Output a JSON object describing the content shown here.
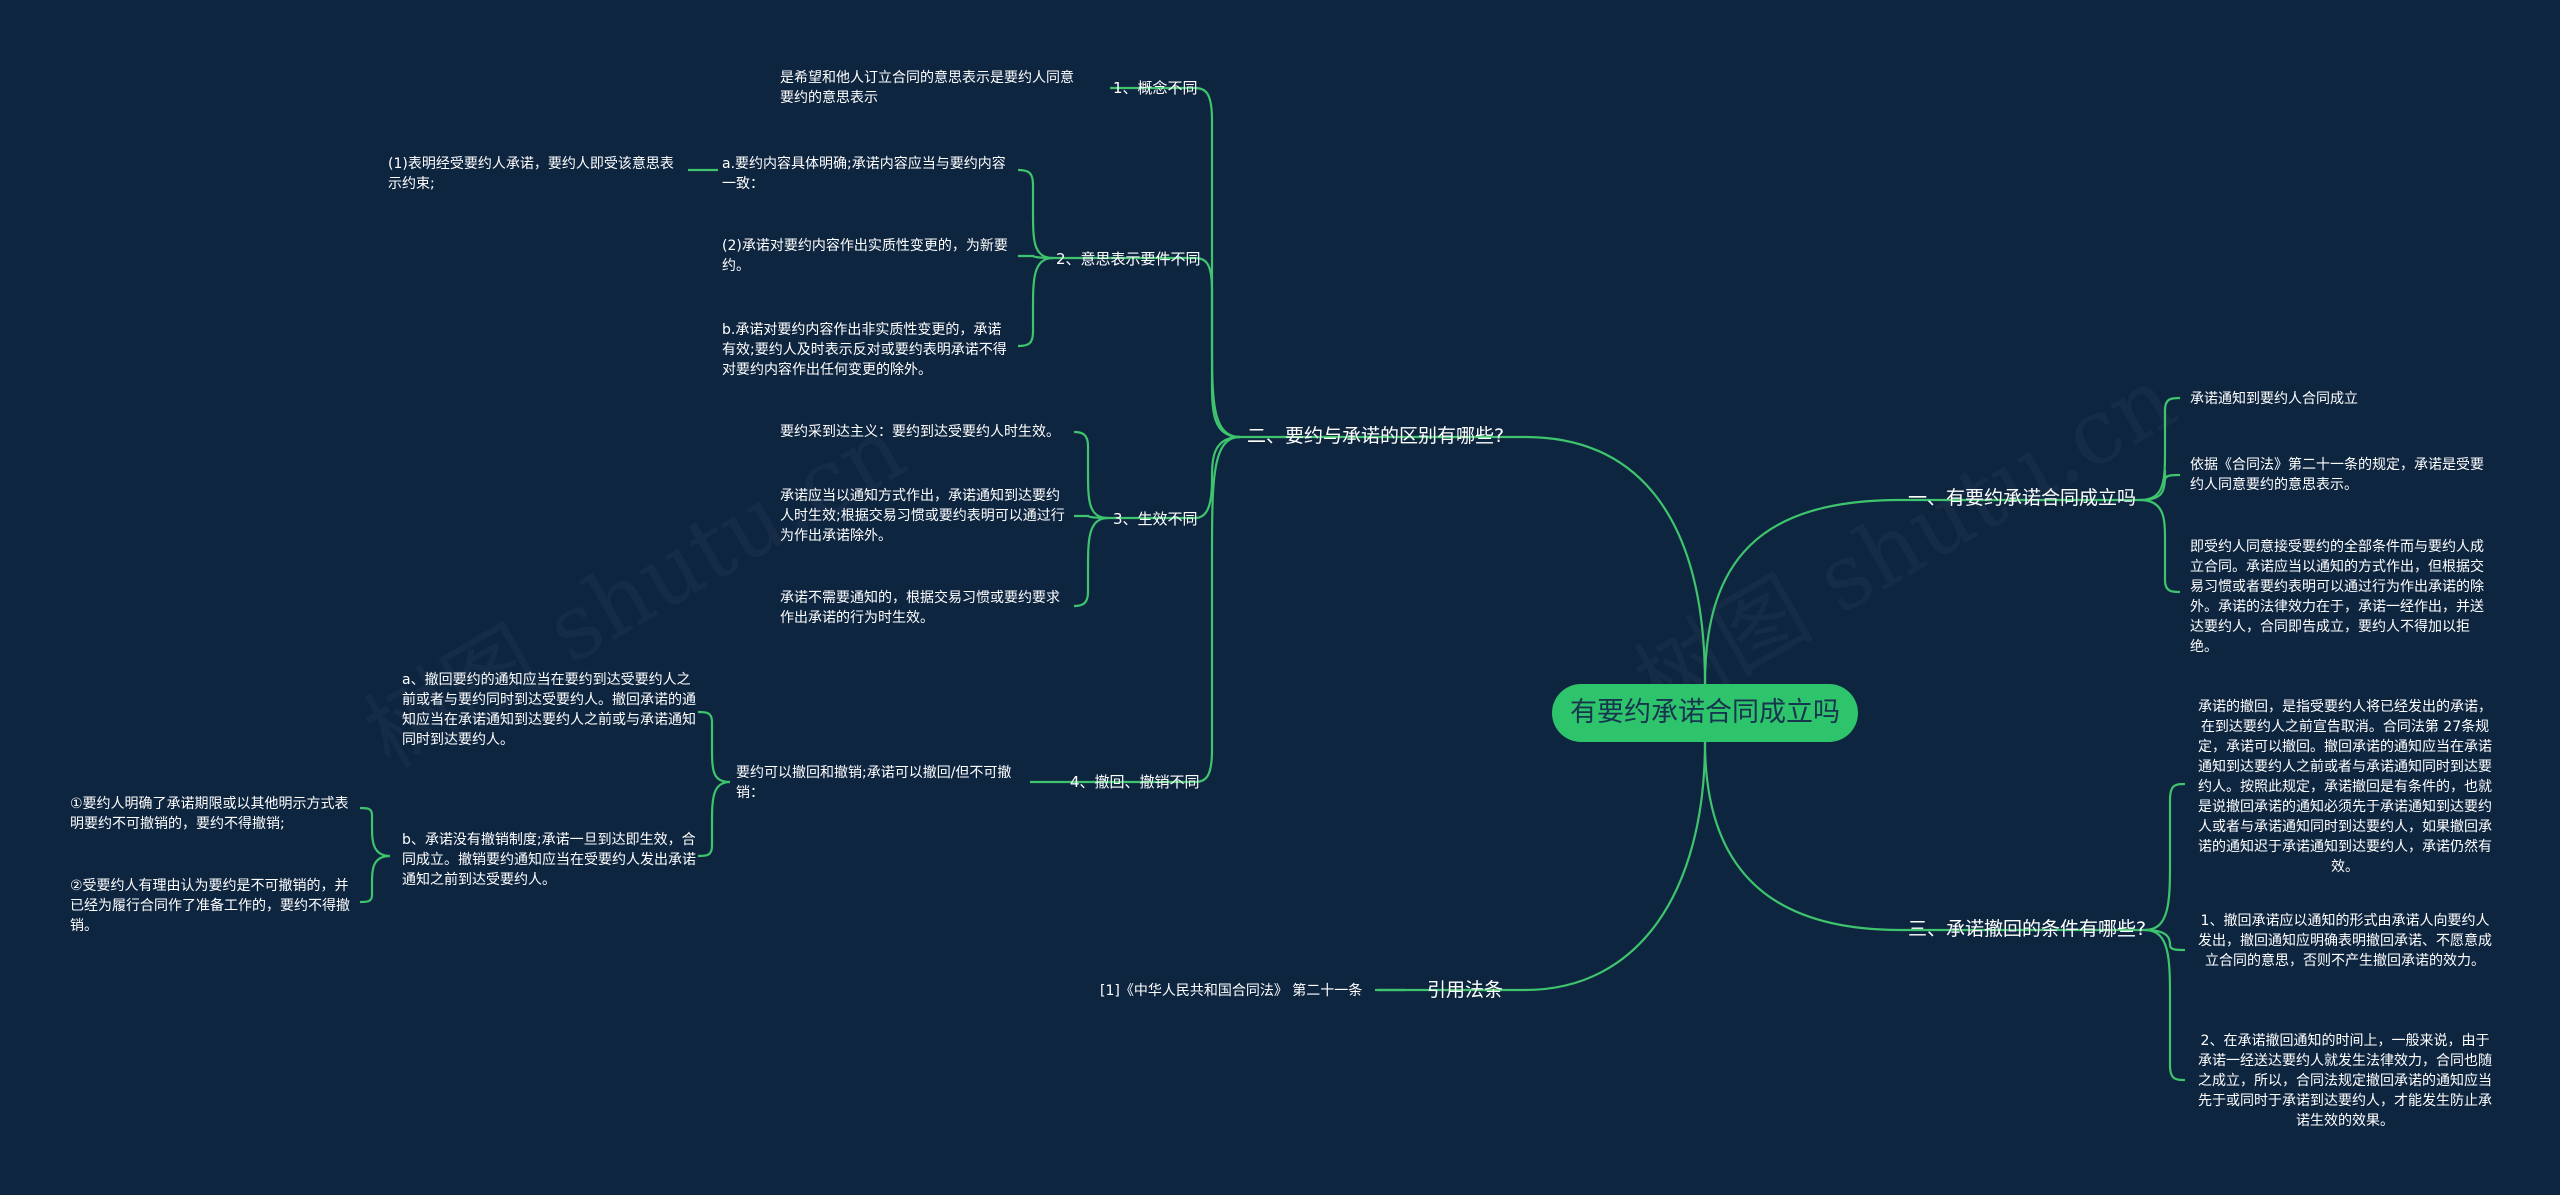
{
  "colors": {
    "background": "#0e2540",
    "line": "#3ec46d",
    "root_fill": "#2ec46b",
    "root_text": "#16354f",
    "text": "#ffffff"
  },
  "watermarks": [
    "树图 shutu.cn",
    "树图 shutu.cn"
  ],
  "root": {
    "label": "有要约承诺合同成立吗"
  },
  "right": [
    {
      "label": "一、有要约承诺合同成立吗",
      "children": [
        "承诺通知到要约人合同成立",
        "依据《合同法》第二十一条的规定，承诺是受要约人同意要约的意思表示。",
        "即受约人同意接受要约的全部条件而与要约人成立合同。承诺应当以通知的方式作出，但根据交易习惯或者要约表明可以通过行为作出承诺的除外。承诺的法律效力在于，承诺一经作出，并送达要约人，合同即告成立，要约人不得加以拒绝。"
      ]
    },
    {
      "label": "三、承诺撤回的条件有哪些?",
      "children": [
        "承诺的撤回，是指受要约人将已经发出的承诺，在到达要约人之前宣告取消。合同法第 27条规定，承诺可以撤回。撤回承诺的通知应当在承诺通知到达要约人之前或者与承诺通知同时到达要约人。按照此规定，承诺撤回是有条件的，也就是说撤回承诺的通知必须先于承诺通知到达要约人或者与承诺通知同时到达要约人，如果撤回承诺的通知迟于承诺通知到达要约人，承诺仍然有效。",
        "1、撤回承诺应以通知的形式由承诺人向要约人发出，撤回通知应明确表明撤回承诺、不愿意成立合同的意思，否则不产生撤回承诺的效力。",
        "2、在承诺撤回通知的时间上，一般来说，由于承诺一经送达要约人就发生法律效力，合同也随之成立，所以，合同法规定撤回承诺的通知应当先于或同时于承诺到达要约人，才能发生防止承诺生效的效果。"
      ]
    }
  ],
  "left": [
    {
      "label": "二、要约与承诺的区别有哪些?",
      "children": [
        {
          "label": "1、概念不同",
          "leaf": "是希望和他人订立合同的意思表示是要约人同意要约的意思表示"
        },
        {
          "label": "2、意思表示要件不同",
          "items": [
            {
              "text": "a.要约内容具体明确;承诺内容应当与要约内容一致：",
              "sub": "(1)表明经受要约人承诺，要约人即受该意思表示约束;"
            },
            {
              "text": "(2)承诺对要约内容作出实质性变更的，为新要约。"
            },
            {
              "text": "b.承诺对要约内容作出非实质性变更的，承诺有效;要约人及时表示反对或要约表明承诺不得对要约内容作出任何变更的除外。"
            }
          ]
        },
        {
          "label": "3、生效不同",
          "items": [
            "要约采到达主义：要约到达受要约人时生效。",
            "承诺应当以通知方式作出，承诺通知到达要约人时生效;根据交易习惯或要约表明可以通过行为作出承诺除外。",
            "承诺不需要通知的，根据交易习惯或要约要求作出承诺的行为时生效。"
          ]
        },
        {
          "label": "4、撤回、撤销不同",
          "mid": "要约可以撤回和撤销;承诺可以撤回/但不可撤销：",
          "items": [
            {
              "text": "a、撤回要约的通知应当在要约到达受要约人之前或者与要约同时到达受要约人。撤回承诺的通知应当在承诺通知到达要约人之前或与承诺通知同时到达要约人。"
            },
            {
              "text": "b、承诺没有撤销制度;承诺一旦到达即生效，合同成立。撤销要约通知应当在受要约人发出承诺通知之前到达受要约人。",
              "subs": [
                "①要约人明确了承诺期限或以其他明示方式表明要约不可撤销的，要约不得撤销;",
                "②受要约人有理由认为要约是不可撤销的，并已经为履行合同作了准备工作的，要约不得撤销。"
              ]
            }
          ]
        }
      ]
    },
    {
      "label": "引用法条",
      "leaf": "[1]《中华人民共和国合同法》 第二十一条"
    }
  ]
}
